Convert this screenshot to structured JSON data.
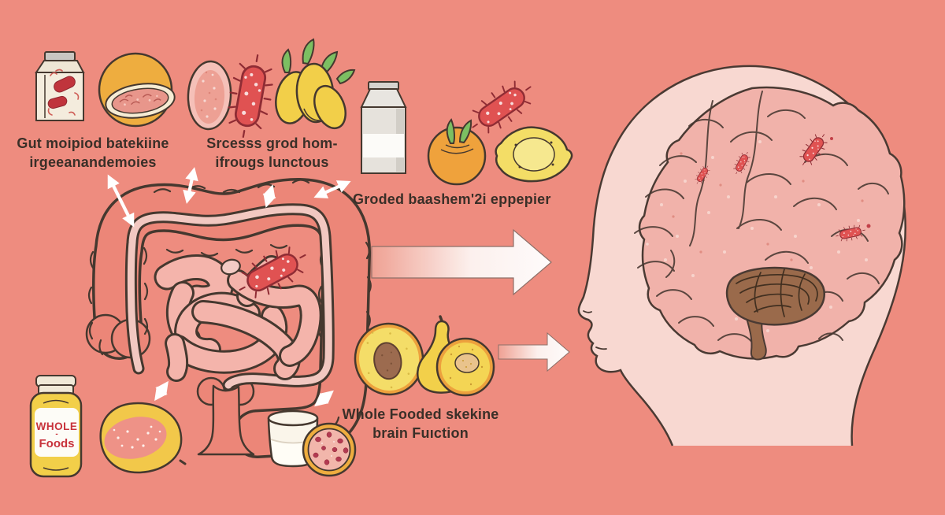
{
  "palette": {
    "background": "#ee8c7f",
    "colon_salmon": "#ec8678",
    "intestine_lumen": "#f2c8c1",
    "small_intestine_pink": "#f4b4ab",
    "bacteria_red": "#e05252",
    "bacteria_outline": "#8f2c34",
    "head_skin": "#f8d8d1",
    "brain_pink": "#f1b2aa",
    "cerebellum_brown": "#9a6a4b",
    "food_yellow": "#f2cf49",
    "food_orange": "#efa23c",
    "cream": "#f4ecdd",
    "outline_dark": "#45382f",
    "label_text": "#3a2f28",
    "jar_text_red": "#c8323b",
    "arrow_white": "#ffffff"
  },
  "annotations": {
    "gut_label": {
      "line1": "Gut moipiod batekiine",
      "line2": "irgeeanandemoies"
    },
    "stress_label": {
      "line1": "Srcesss grod hom-",
      "line2": "ifrougs lunctous"
    },
    "dairy_label": {
      "line1": "Groded baashem'2i eppepier"
    },
    "brain_label": {
      "line1": "Whole Fooded skekine",
      "line2": "brain Fuıction"
    }
  },
  "jar_label": {
    "line1": "WHOLE",
    "dash": "-",
    "line2": "Foods"
  },
  "icons": [
    "milk-carton-with-bacteria",
    "halved-fruit-bowl",
    "guava",
    "bacterium",
    "yellow-fruit-cluster",
    "milk-carton",
    "persimmon",
    "lemon",
    "large-intestine",
    "small-intestine",
    "gut-bacterium",
    "whole-foods-jar",
    "papaya",
    "glass-of-milk",
    "berry-cookie",
    "avocado-half",
    "pear",
    "peach-half",
    "human-head-profile",
    "brain",
    "cerebellum",
    "brain-bacteria",
    "flow-arrow-large",
    "flow-arrow-small",
    "double-headed-arrows"
  ]
}
